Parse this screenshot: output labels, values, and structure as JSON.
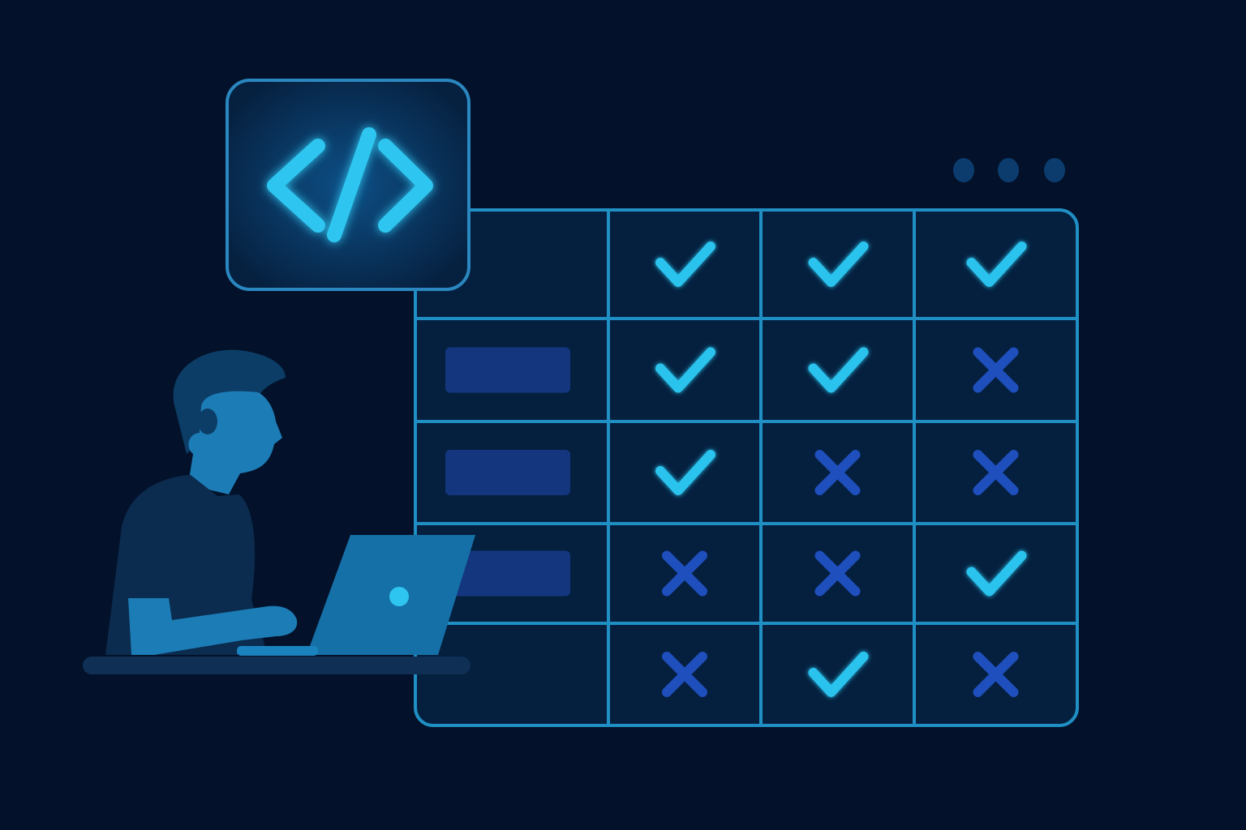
{
  "colors": {
    "background": "#03122a",
    "table_fill": "#05203f",
    "grid_line": "#1f8fc4",
    "check_mark": "#29c3ee",
    "cross_mark": "#1e4fbd",
    "label_bar": "#14367f",
    "code_card_border": "#2a87c0",
    "code_symbol": "#2ec6f0",
    "person_skin": "#1c7cb5",
    "person_hair": "#0c3d66",
    "person_shirt": "#0b2b4f",
    "laptop": "#1670a8",
    "desk": "#0f2f55",
    "menu_dot": "#0c3c6e"
  },
  "icons": {
    "code_card": "code-brackets-icon",
    "menu": "ellipsis-icon",
    "check": "check-icon",
    "cross": "cross-icon",
    "person": "developer-person-icon",
    "laptop": "laptop-icon"
  },
  "matrix": {
    "columns": 3,
    "rows": [
      {
        "has_label": false,
        "cells": [
          "check",
          "check",
          "check"
        ]
      },
      {
        "has_label": true,
        "cells": [
          "check",
          "check",
          "cross"
        ]
      },
      {
        "has_label": true,
        "cells": [
          "check",
          "cross",
          "cross"
        ]
      },
      {
        "has_label": true,
        "cells": [
          "cross",
          "cross",
          "check"
        ]
      },
      {
        "has_label": false,
        "cells": [
          "cross",
          "check",
          "cross"
        ]
      }
    ]
  }
}
